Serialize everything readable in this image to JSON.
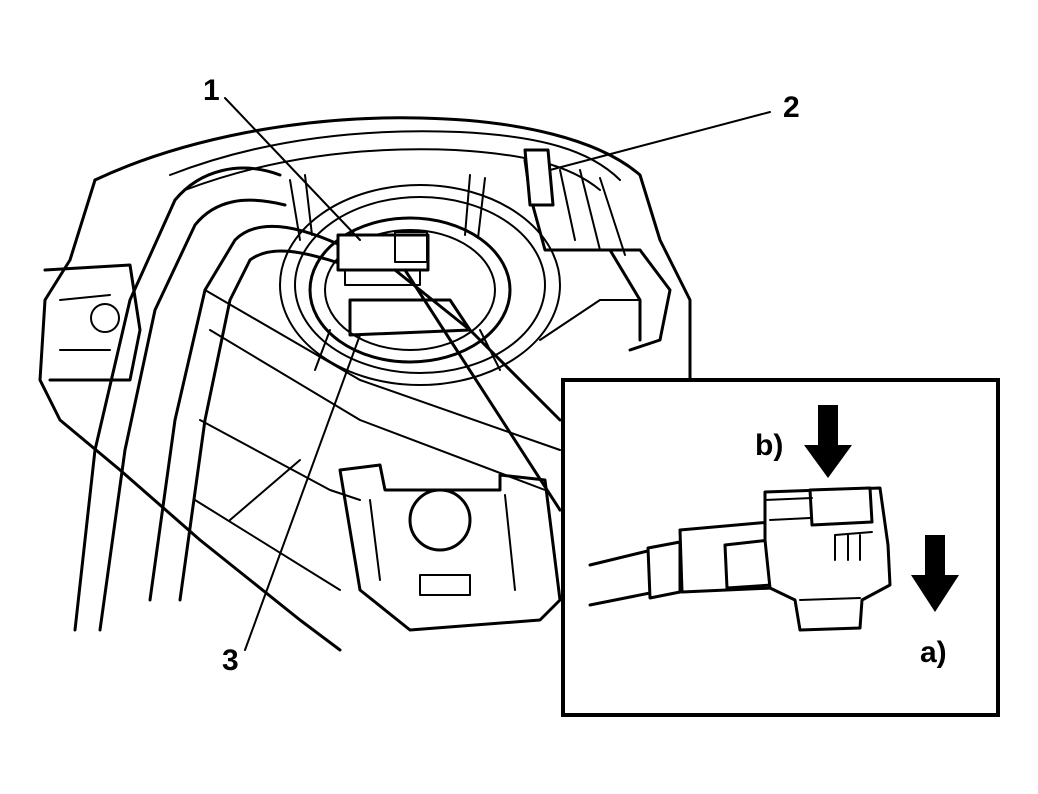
{
  "callouts": {
    "part1": "1",
    "part2": "2",
    "part3": "3"
  },
  "detail": {
    "step_a": "a)",
    "step_b": "b)"
  }
}
